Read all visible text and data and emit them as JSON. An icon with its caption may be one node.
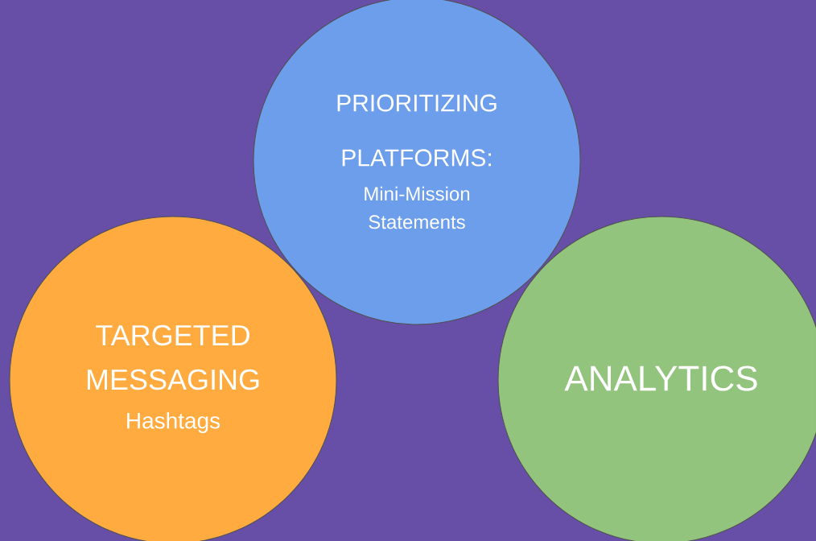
{
  "diagram": {
    "nodes": [
      {
        "text": [
          "PRIORITIZING PLATFORMS:",
          "Mini-Mission Statements"
        ]
      },
      {
        "text": [
          "TARGETED MESSAGING",
          "Hashtags"
        ]
      },
      {
        "text": [
          "ANALYTICS"
        ]
      }
    ]
  }
}
